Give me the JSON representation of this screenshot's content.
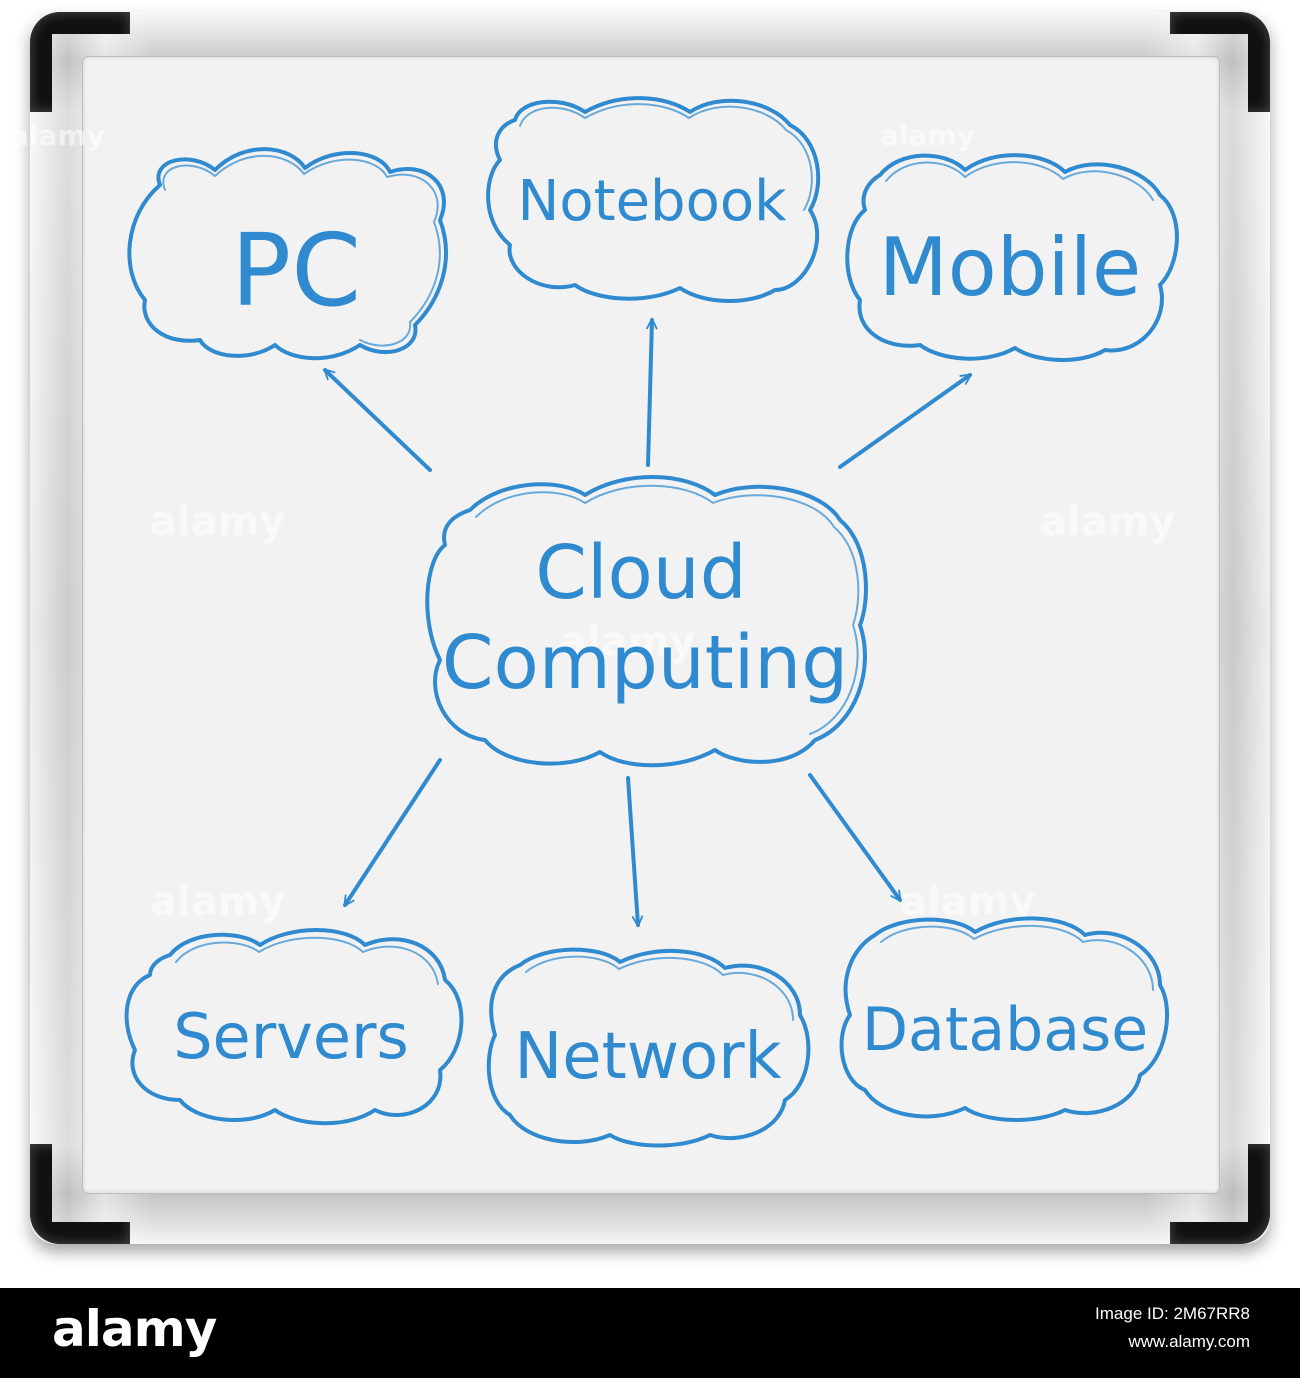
{
  "diagram": {
    "center": {
      "line1": "Cloud",
      "line2": "Computing"
    },
    "outputs": [
      "PC",
      "Notebook",
      "Mobile",
      "Servers",
      "Network",
      "Database"
    ],
    "marker_color": "#2f8ad0",
    "watermark": "alamy"
  },
  "footer": {
    "brand": "alamy",
    "image_id": "Image ID: 2M67RR8",
    "url": "www.alamy.com"
  }
}
